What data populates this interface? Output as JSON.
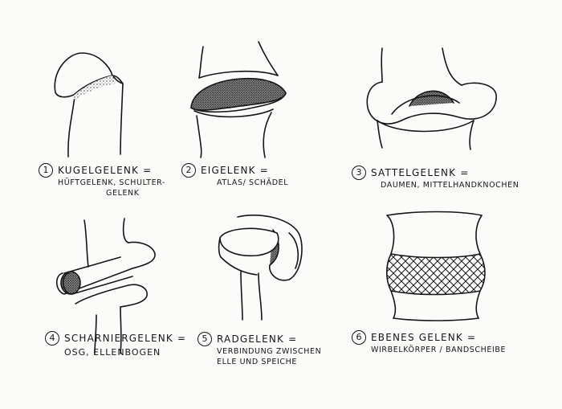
{
  "panels": [
    {
      "number": "1",
      "title": "KUGELGELENK =",
      "lines": [
        "HÜFTGELENK, SCHULTER-",
        "GELENK"
      ],
      "icon": "ball-joint-icon"
    },
    {
      "number": "2",
      "title": "EIGELENK =",
      "lines": [
        "ATLAS/ SCHÄDEL"
      ],
      "icon": "ellipsoid-joint-icon"
    },
    {
      "number": "3",
      "title": "SATTELGELENK =",
      "lines": [
        "DAUMEN, MITTELHANDKNOCHEN"
      ],
      "icon": "saddle-joint-icon"
    },
    {
      "number": "4",
      "title": "SCHARNIERGELENK =",
      "lines": [
        "OSG, ELLENBOGEN"
      ],
      "icon": "hinge-joint-icon"
    },
    {
      "number": "5",
      "title": "RADGELENK =",
      "lines": [
        "VERBINDUNG ZWISCHEN",
        "ELLE UND SPEICHE"
      ],
      "icon": "pivot-joint-icon"
    },
    {
      "number": "6",
      "title": "EBENES GELENK =",
      "lines": [
        "WIRBELKÖRPER / BANDSCHEIBE"
      ],
      "icon": "plane-joint-icon"
    }
  ],
  "colors": {
    "ink": "#151515",
    "paper": "#fbfbfa",
    "shade": "#2a2a2a"
  }
}
